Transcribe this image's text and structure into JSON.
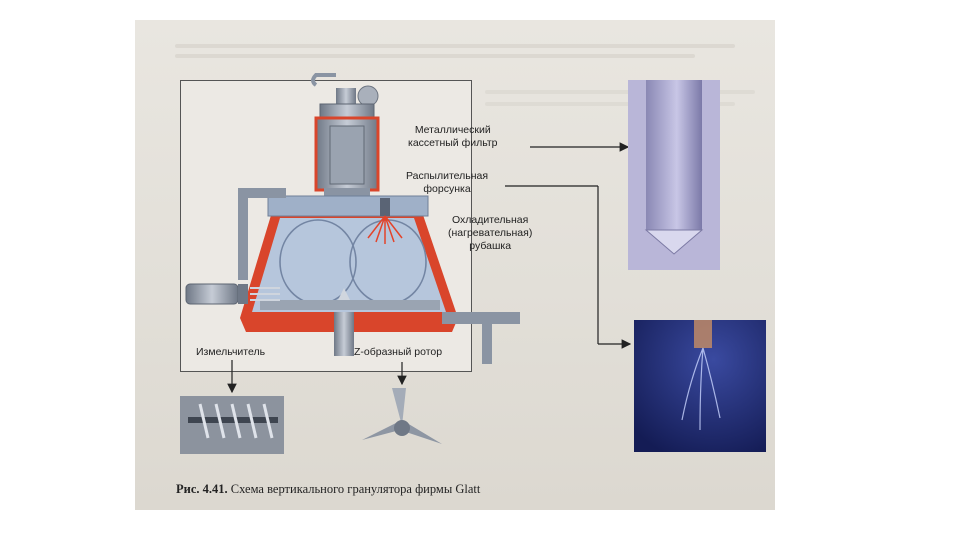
{
  "labels": {
    "filter": [
      "Металлический",
      "кассетный фильтр"
    ],
    "nozzle": [
      "Распылительная",
      "форсунка"
    ],
    "jacket": [
      "Охладительная",
      "(нагревательная)",
      "рубашка"
    ],
    "chopper": "Измельчитель",
    "rotor": "Z-образный ротор"
  },
  "caption": {
    "number": "Рис. 4.41.",
    "text": "Схема вертикального гранулятора фирмы Glatt"
  },
  "colors": {
    "jacket": "#d9452b",
    "body": "#b6c6dc",
    "metal": "#8a94a3",
    "spray_bg": "#1e2a6e",
    "page": "#e6e3dd"
  }
}
